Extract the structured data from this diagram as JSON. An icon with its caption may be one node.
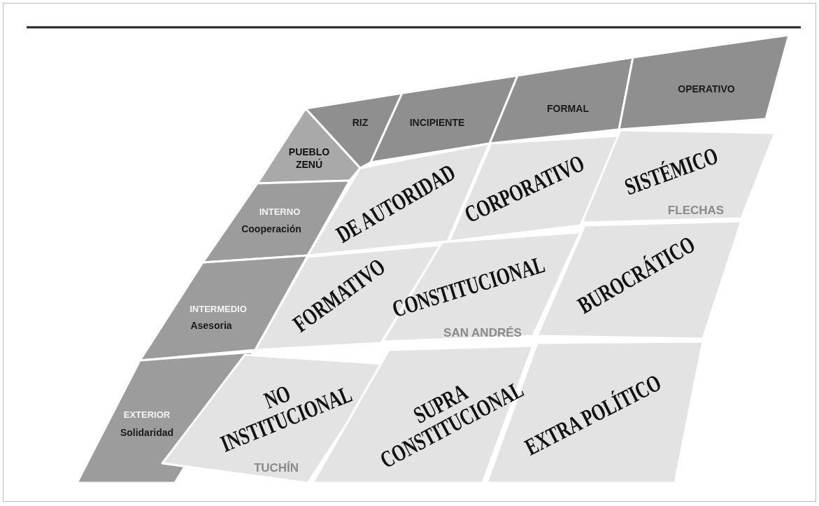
{
  "diagram": {
    "nodes": [
      {
        "text": [
          "PUEBLO ZENÚ"
        ]
      },
      {
        "text": [
          "RIZ"
        ]
      },
      {
        "text": [
          "INCIPIENTE"
        ]
      },
      {
        "text": [
          "FORMAL"
        ]
      },
      {
        "text": [
          "OPERATIVO"
        ]
      },
      {
        "text": [
          "INTERNO",
          "Cooperación"
        ]
      },
      {
        "text": [
          "INTERMEDIO",
          "Asesoria"
        ]
      },
      {
        "text": [
          "EXTERIOR",
          "Solidaridad"
        ]
      },
      {
        "text": [
          "DE AUTORIDAD"
        ]
      },
      {
        "text": [
          "CORPORATIVO"
        ]
      },
      {
        "text": [
          "SISTÉMICO",
          "FLECHAS"
        ]
      },
      {
        "text": [
          "FORMATIVO"
        ]
      },
      {
        "text": [
          "CONSTITUCIONAL",
          "SAN ANDRÉS"
        ]
      },
      {
        "text": [
          "BUROCRÁTICO"
        ]
      },
      {
        "text": [
          "NO INSTITUCIONAL",
          "TUCHÍN"
        ]
      },
      {
        "text": [
          "SUPRA CONSTITUCIONAL"
        ]
      },
      {
        "text": [
          "EXTRA POLÍTICO"
        ]
      }
    ]
  }
}
